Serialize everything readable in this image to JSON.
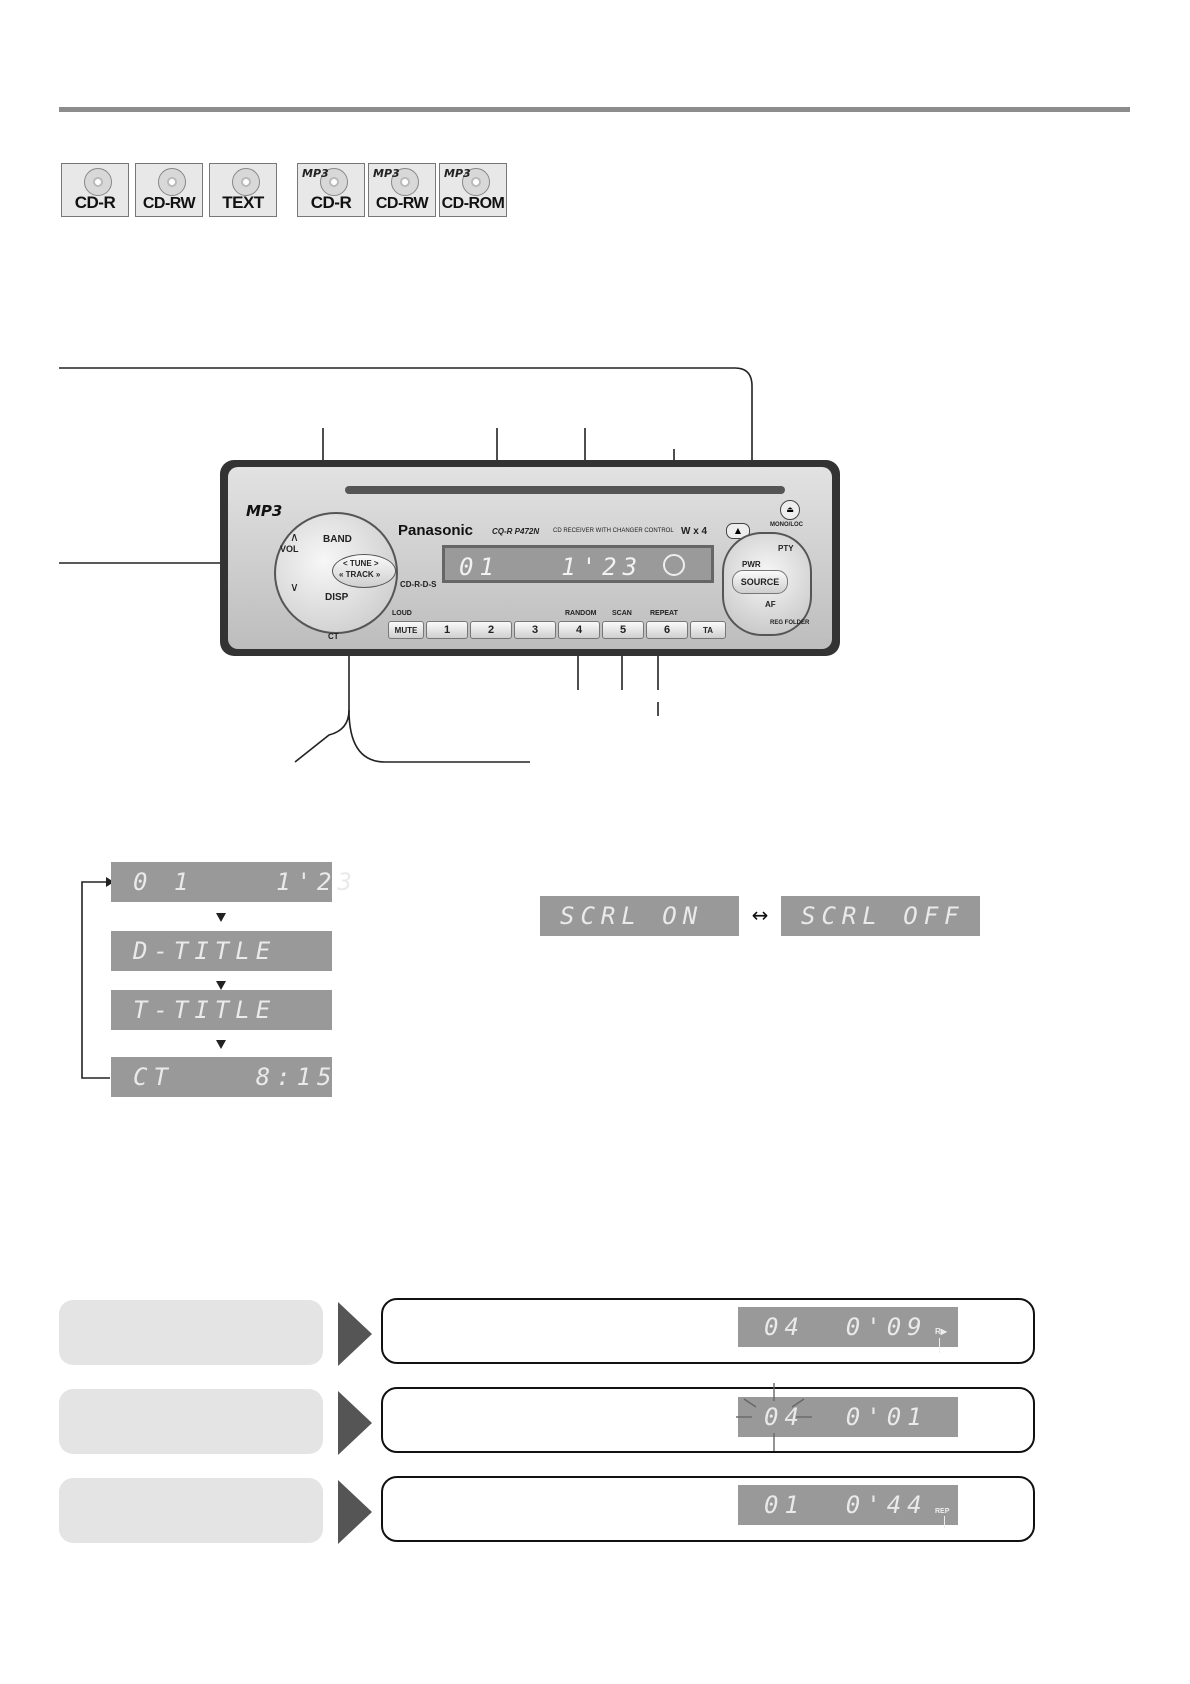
{
  "disc_badges": [
    {
      "label": "CD-R",
      "mp3": ""
    },
    {
      "label": "CD-RW",
      "mp3": ""
    },
    {
      "label": "TEXT",
      "mp3": ""
    },
    {
      "label": "CD-R",
      "mp3": "MP3"
    },
    {
      "label": "CD-RW",
      "mp3": "MP3"
    },
    {
      "label": "CD-ROM",
      "mp3": "MP3"
    }
  ],
  "unit": {
    "logo_mp3": "MP3",
    "brand": "Panasonic",
    "model": "CQ-R P472N",
    "subtitle": "CD RECEIVER WITH CHANGER CONTROL",
    "watts": "W x 4",
    "display": "01   1'23",
    "cdrds": "CD-R-D-S",
    "labels": {
      "band": "BAND",
      "vol": "VOL",
      "tune": "< TUNE >",
      "track": "« TRACK »",
      "disp": "DISP",
      "ct": "CT",
      "loud": "LOUD",
      "mute": "MUTE",
      "random": "RANDOM",
      "scan": "SCAN",
      "repeat": "REPEAT",
      "pty": "PTY",
      "pwr": "PWR",
      "source": "SOURCE",
      "af": "AF",
      "mono_loc": "MONO/LOC",
      "reg_folder": "REG FOLDER",
      "ta": "TA"
    },
    "preset_buttons": [
      "1",
      "2",
      "3",
      "4",
      "5",
      "6"
    ]
  },
  "display_cycle": [
    "0 1    1'23",
    "D-TITLE",
    "T-TITLE",
    "CT    8:15"
  ],
  "scroll_toggle": {
    "on": "SCRL ON",
    "off": "SCRL OFF"
  },
  "mode_results": [
    {
      "display": "04  0'09",
      "indicator": "R▶"
    },
    {
      "display": "04  0'01",
      "indicator": ""
    },
    {
      "display": "01  0'44",
      "indicator": "REP"
    }
  ]
}
